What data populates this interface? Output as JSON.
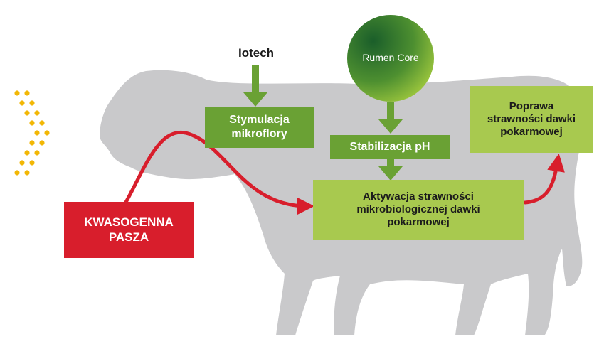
{
  "colors": {
    "cow": "#c9c9cb",
    "dots": "#f2b705",
    "red_arrow": "#d81e2c",
    "dark_green": "#6aa134",
    "light_green": "#a8c94f",
    "circle_dark": "#1f6a2e",
    "circle_light": "#9ec93c",
    "text_dark": "#1c1c1c"
  },
  "diagram": {
    "source_label": "KWASOGENNA PASZA",
    "iotech_label": "Iotech",
    "rumen_core_label": "Rumen Core",
    "stimulacja_label": "Stymulacja mikroflory",
    "stabilizacja_label": "Stabilizacja pH",
    "aktywacja_label": "Aktywacja strawności mikrobiologicznej dawki pokarmowej",
    "poprawa_label": "Poprawa strawności dawki pokarmowej"
  }
}
